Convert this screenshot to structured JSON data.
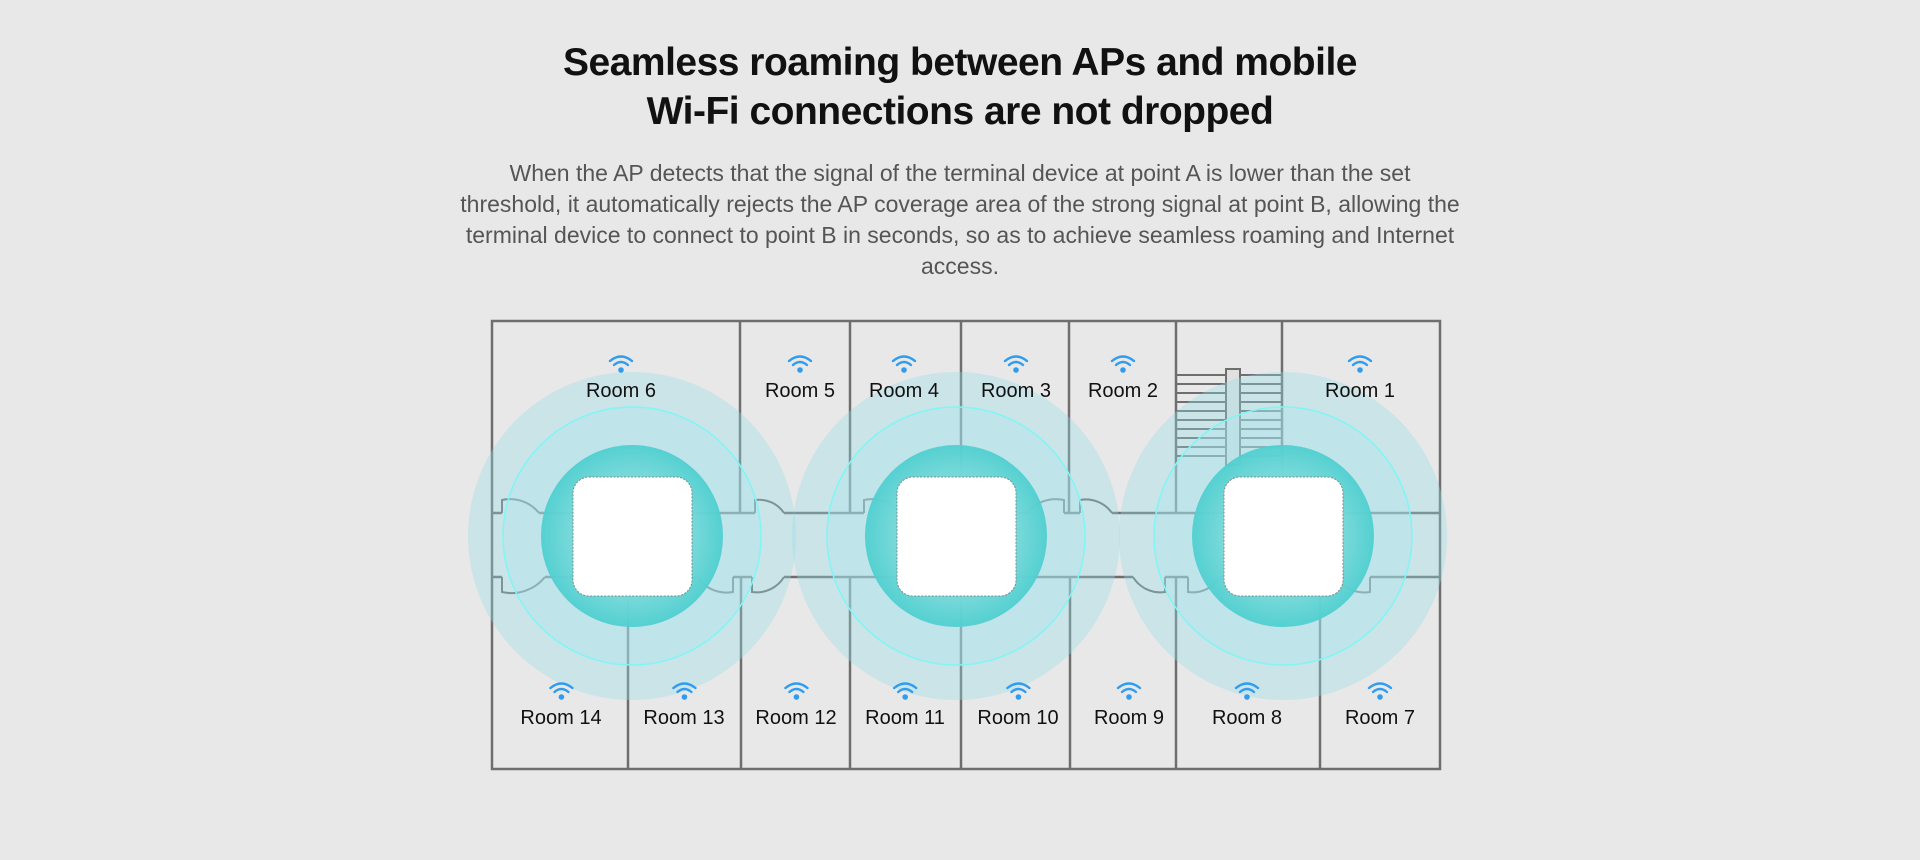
{
  "header": {
    "title_line1": "Seamless roaming between APs and mobile",
    "title_line2": "Wi-Fi connections are not dropped",
    "description": "When the AP detects that the signal of the terminal device at point A is lower than the set threshold, it automatically rejects the AP coverage area of the strong signal at point B, allowing the terminal device to connect to point B in seconds, so as to achieve seamless roaming and Internet access."
  },
  "floorplan": {
    "top_rooms": [
      "Room 6",
      "Room 5",
      "Room 4",
      "Room 3",
      "Room 2",
      "Room 1"
    ],
    "bottom_rooms": [
      "Room 14",
      "Room 13",
      "Room 12",
      "Room 11",
      "Room 10",
      "Room 9",
      "Room 8",
      "Room 7"
    ],
    "access_points": 3,
    "colors": {
      "wifi": "#2f9cf0",
      "coverage": "#4fcfd0",
      "wall": "#6e6e6e"
    }
  }
}
